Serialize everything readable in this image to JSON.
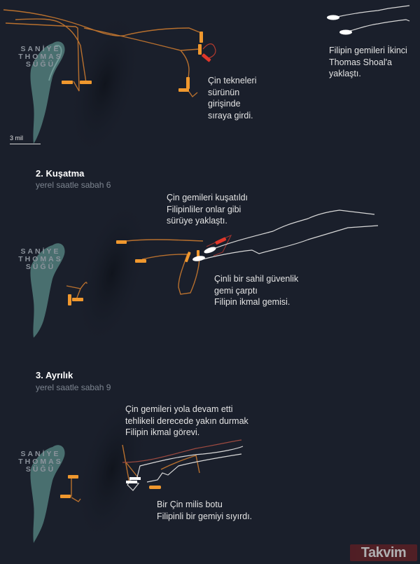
{
  "colors": {
    "background": "#1a1f2b",
    "chinese_track": "#c8772f",
    "chinese_ship": "#f0982e",
    "chinese_collision": "#d9362b",
    "filipino_track": "#d8d8d8",
    "filipino_ship": "#ffffff",
    "reef": "#6f9a96"
  },
  "reef_label": "SANİYE\nTHOMAS\nSÜĞÜ",
  "scale": {
    "label": "3 mil"
  },
  "panels": [
    {
      "id": 1,
      "title": "",
      "subtitle": "",
      "captions": [
        {
          "text": "Çin tekneleri\nsürünün\ngirişinde\nsıraya girdi."
        },
        {
          "text": "Filipin gemileri İkinci\nThomas Shoal'a\nyaklaştı."
        }
      ]
    },
    {
      "id": 2,
      "title": "2. Kuşatma",
      "subtitle": "yerel saatle sabah 6",
      "captions": [
        {
          "text": "Çin gemileri kuşatıldı\nFilipinliler onlar gibi\nsürüye yaklaştı."
        },
        {
          "text": "Çinli bir sahil güvenlik\ngemi çarptı\nFilipin ikmal gemisi."
        }
      ]
    },
    {
      "id": 3,
      "title": "3. Ayrılık",
      "subtitle": "yerel saatle sabah 9",
      "captions": [
        {
          "text": "Çin gemileri yola devam etti\ntehlikeli derecede yakın durmak\nFilipin ikmal görevi."
        },
        {
          "text": "Bir Çin milis botu\nFilipinli bir gemiyi sıyırdı."
        }
      ]
    }
  ],
  "watermark": "Takvim"
}
